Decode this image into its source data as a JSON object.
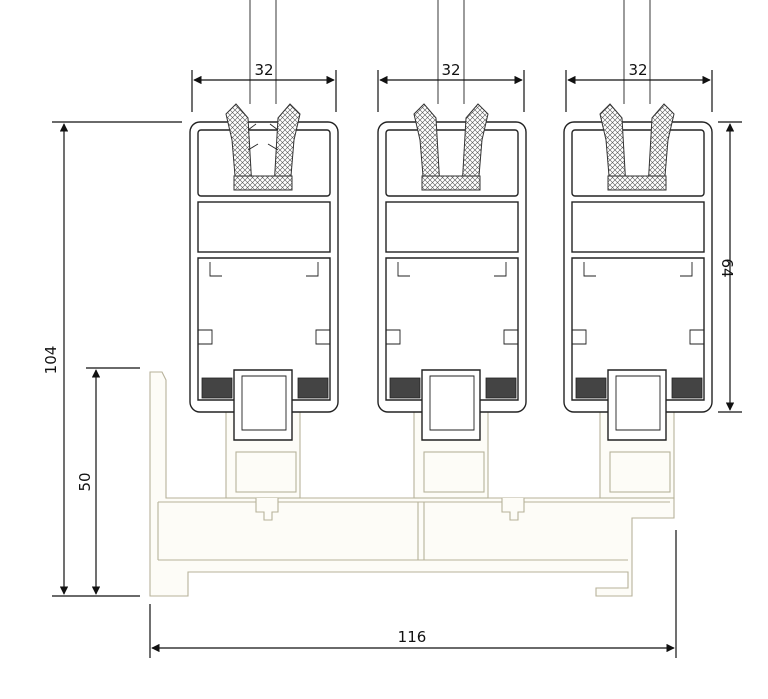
{
  "dimensions": {
    "overall_height": "104",
    "frame_height": "50",
    "overall_width": "116",
    "sash_height": "64",
    "glass_thickness_1": "32",
    "glass_thickness_2": "32",
    "glass_thickness_3": "32"
  },
  "colors": {
    "line": "#111111",
    "frame_outline": "#b7b29a",
    "frame_fill": "#fdfcf7",
    "gasket_hatch": "#555555"
  }
}
